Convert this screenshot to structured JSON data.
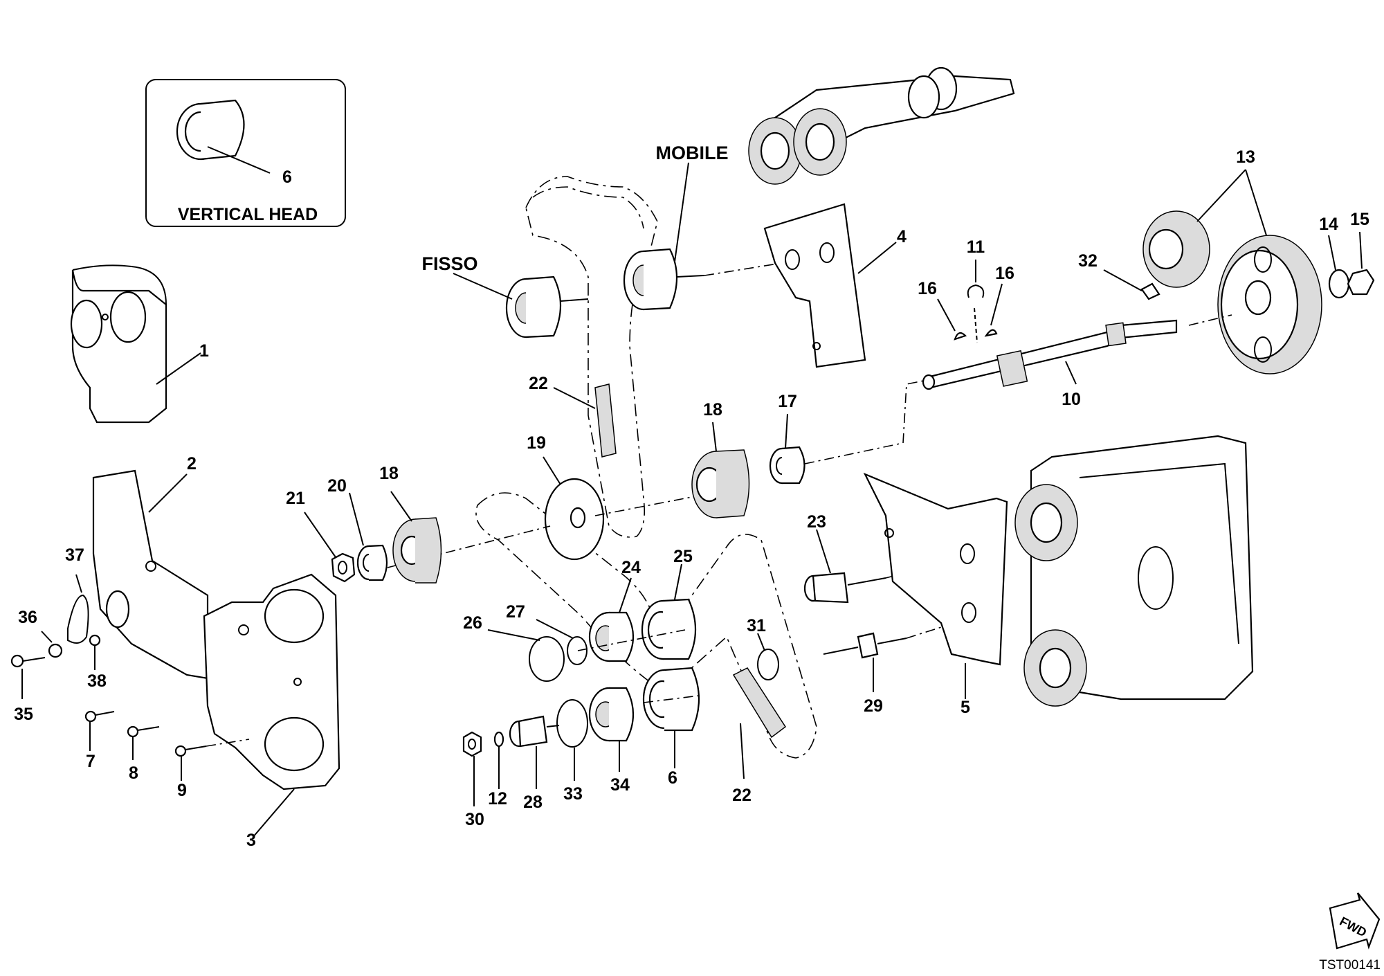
{
  "inset": {
    "label": "VERTICAL HEAD",
    "part_number": "6"
  },
  "callouts": {
    "mobile": "MOBILE",
    "fisso": "FISSO"
  },
  "labels": {
    "n1": "1",
    "n2": "2",
    "n3": "3",
    "n4": "4",
    "n5": "5",
    "n6": "6",
    "n7": "7",
    "n8": "8",
    "n9": "9",
    "n10": "10",
    "n11": "11",
    "n12": "12",
    "n13": "13",
    "n14": "14",
    "n15": "15",
    "n16a": "16",
    "n16b": "16",
    "n17": "17",
    "n18a": "18",
    "n18b": "18",
    "n19": "19",
    "n20": "20",
    "n21": "21",
    "n22a": "22",
    "n22b": "22",
    "n23": "23",
    "n24": "24",
    "n25": "25",
    "n26": "26",
    "n27": "27",
    "n28": "28",
    "n29": "29",
    "n30": "30",
    "n31": "31",
    "n32": "32",
    "n33": "33",
    "n34": "34",
    "n35": "35",
    "n36": "36",
    "n37": "37",
    "n38": "38"
  },
  "fwd_badge": "FWD",
  "drawing_code": "TST00141"
}
